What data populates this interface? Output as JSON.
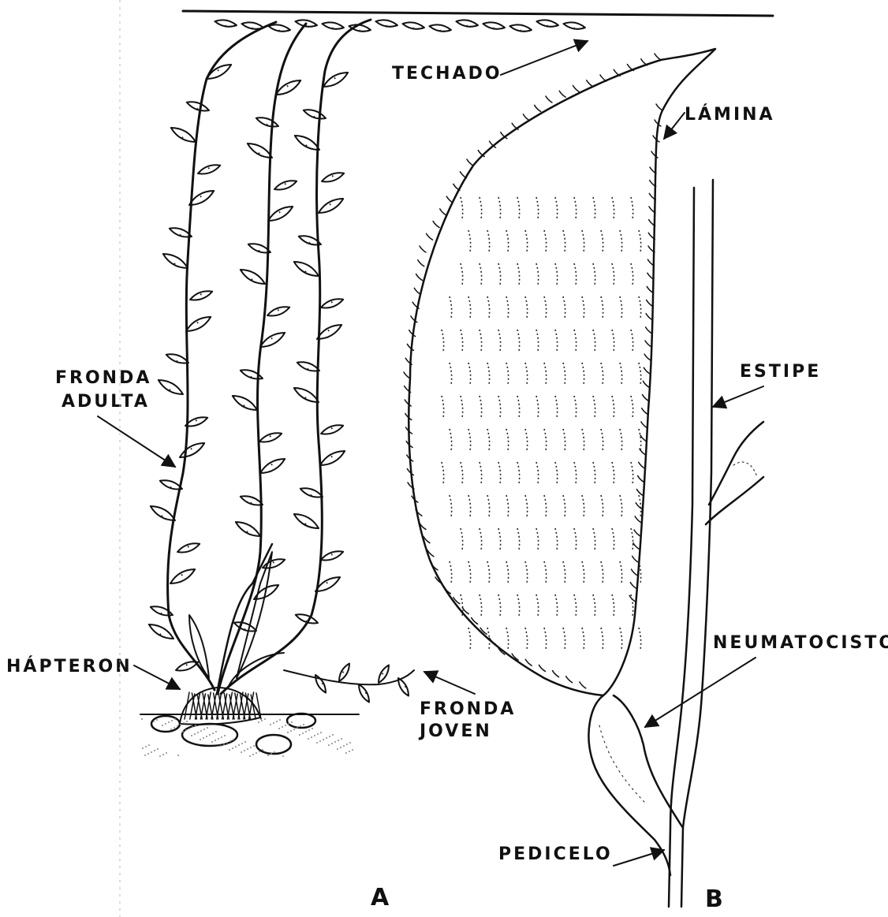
{
  "labels": {
    "techado": "TECHADO",
    "lamina": "LÁMINA",
    "estipe": "ESTIPE",
    "fronda_adulta_1": "FRONDA",
    "fronda_adulta_2": "ADULTA",
    "neumatocisto": "NEUMATOCISTO",
    "hapteron": "HÁPTERON",
    "fronda_joven_1": "FRONDA",
    "fronda_joven_2": "JOVEN",
    "pedicelo": "PEDICELO",
    "panel_a": "A",
    "panel_b": "B"
  },
  "colors": {
    "ink": "#111111",
    "background": "#ffffff",
    "sediment": "#888888"
  }
}
